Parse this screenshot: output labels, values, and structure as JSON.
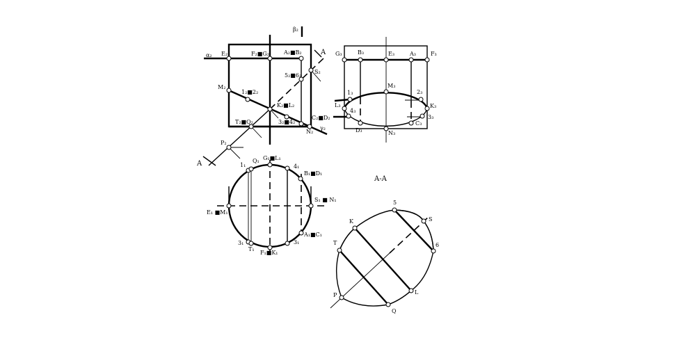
{
  "front_view": {
    "labels": {
      "alpha": "α₂",
      "beta": "β₂",
      "gamma": "γ₂",
      "section_arrow_top": "A",
      "section_arrow_bottom": "A",
      "E": "E₂",
      "FG": "F₂■G₂",
      "AB": "A₂■B₂",
      "S": "S₂",
      "five_six": "5₂■6₂",
      "M": "M₂",
      "one_two": "1₂■2₂",
      "KL": "K₂■L₂",
      "TQ": "T₂■Q₂",
      "three_four": "3₂■4₂",
      "CD": "C₂■D₂",
      "N": "N₂",
      "P": "P₂"
    }
  },
  "side_view": {
    "labels": {
      "G": "G₃",
      "B": "B₃",
      "E": "E₃",
      "A": "A₃",
      "F": "F₃",
      "M": "M₃",
      "one": "1₃",
      "two": "2₃",
      "L": "L₃",
      "K": "K₃",
      "four": "4₃",
      "three": "3₃",
      "D": "D₃",
      "C": "C₃",
      "N": "N₃"
    }
  },
  "top_view": {
    "labels": {
      "one": "1₁",
      "Q": "Q₁",
      "GL": "G₁■L₁",
      "four": "4₁",
      "BD": "B₁■D₁",
      "EM": "E₁ ■M₁",
      "SN": "S₁ ■ N₁",
      "AC": "A₁■C₁",
      "three_left": "3₁",
      "T": "T₁",
      "FK": "F₁■K₁",
      "three_right": "3₁"
    }
  },
  "section": {
    "title": "A-A",
    "labels": {
      "five": "5",
      "S": "S",
      "six": "6",
      "K": "K",
      "T": "T",
      "P": "P",
      "Q": "Q",
      "L": "L"
    }
  }
}
